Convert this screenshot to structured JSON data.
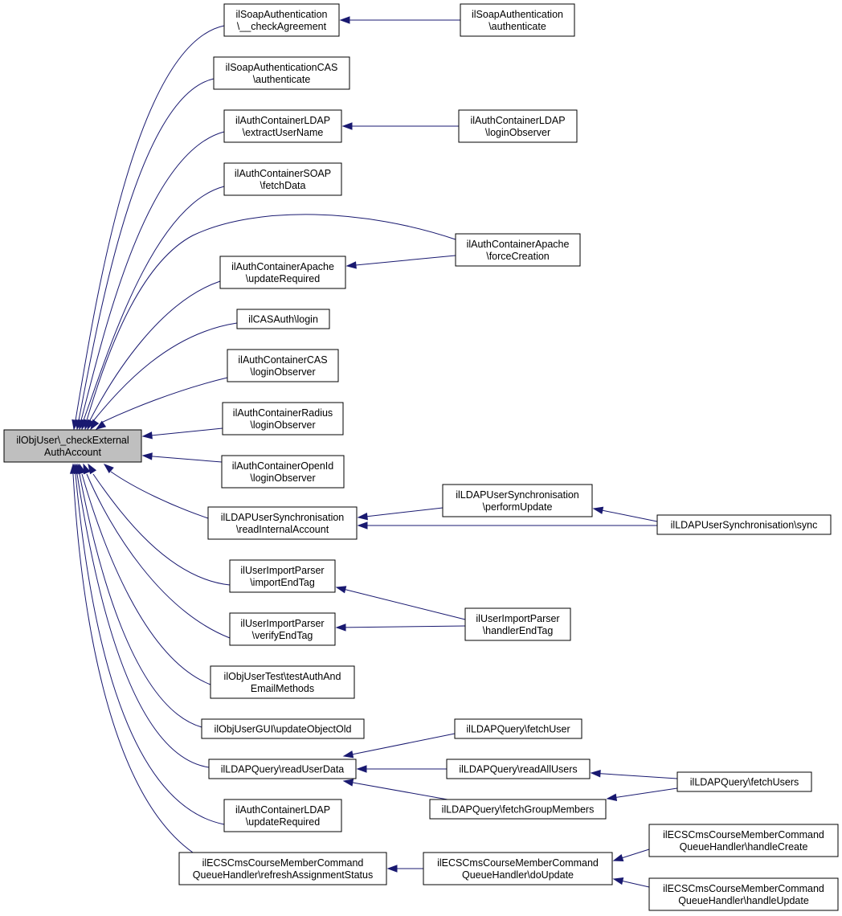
{
  "graph": {
    "focus_node": "n0",
    "nodes": [
      {
        "id": "n0",
        "lines": [
          "ilObjUser\\_checkExternal",
          "AuthAccount"
        ]
      },
      {
        "id": "n1",
        "lines": [
          "ilSoapAuthentication",
          "\\__checkAgreement"
        ]
      },
      {
        "id": "n2",
        "lines": [
          "ilSoapAuthentication",
          "\\authenticate"
        ]
      },
      {
        "id": "n3",
        "lines": [
          "ilSoapAuthenticationCAS",
          "\\authenticate"
        ]
      },
      {
        "id": "n4",
        "lines": [
          "ilAuthContainerLDAP",
          "\\extractUserName"
        ]
      },
      {
        "id": "n5",
        "lines": [
          "ilAuthContainerLDAP",
          "\\loginObserver"
        ]
      },
      {
        "id": "n6",
        "lines": [
          "ilAuthContainerSOAP",
          "\\fetchData"
        ]
      },
      {
        "id": "n7",
        "lines": [
          "ilAuthContainerApache",
          "\\forceCreation"
        ]
      },
      {
        "id": "n8",
        "lines": [
          "ilAuthContainerApache",
          "\\updateRequired"
        ]
      },
      {
        "id": "n9",
        "lines": [
          "ilCASAuth\\login"
        ]
      },
      {
        "id": "n10",
        "lines": [
          "ilAuthContainerCAS",
          "\\loginObserver"
        ]
      },
      {
        "id": "n11",
        "lines": [
          "ilAuthContainerRadius",
          "\\loginObserver"
        ]
      },
      {
        "id": "n12",
        "lines": [
          "ilAuthContainerOpenId",
          "\\loginObserver"
        ]
      },
      {
        "id": "n13",
        "lines": [
          "ilLDAPUserSynchronisation",
          "\\readInternalAccount"
        ]
      },
      {
        "id": "n14",
        "lines": [
          "ilLDAPUserSynchronisation",
          "\\performUpdate"
        ]
      },
      {
        "id": "n15",
        "lines": [
          "ilLDAPUserSynchronisation\\sync"
        ]
      },
      {
        "id": "n16",
        "lines": [
          "ilUserImportParser",
          "\\importEndTag"
        ]
      },
      {
        "id": "n17",
        "lines": [
          "ilUserImportParser",
          "\\handlerEndTag"
        ]
      },
      {
        "id": "n18",
        "lines": [
          "ilUserImportParser",
          "\\verifyEndTag"
        ]
      },
      {
        "id": "n19",
        "lines": [
          "ilObjUserTest\\testAuthAnd",
          "EmailMethods"
        ]
      },
      {
        "id": "n20",
        "lines": [
          "ilObjUserGUI\\updateObjectOld"
        ]
      },
      {
        "id": "n21",
        "lines": [
          "ilLDAPQuery\\readUserData"
        ]
      },
      {
        "id": "n22",
        "lines": [
          "ilLDAPQuery\\fetchUser"
        ]
      },
      {
        "id": "n23",
        "lines": [
          "ilLDAPQuery\\readAllUsers"
        ]
      },
      {
        "id": "n24",
        "lines": [
          "ilLDAPQuery\\fetchUsers"
        ]
      },
      {
        "id": "n25",
        "lines": [
          "ilLDAPQuery\\fetchGroupMembers"
        ]
      },
      {
        "id": "n26",
        "lines": [
          "ilAuthContainerLDAP",
          "\\updateRequired"
        ]
      },
      {
        "id": "n27",
        "lines": [
          "ilECSCmsCourseMemberCommand",
          "QueueHandler\\refreshAssignmentStatus"
        ]
      },
      {
        "id": "n28",
        "lines": [
          "ilECSCmsCourseMemberCommand",
          "QueueHandler\\doUpdate"
        ]
      },
      {
        "id": "n29",
        "lines": [
          "ilECSCmsCourseMemberCommand",
          "QueueHandler\\handleCreate"
        ]
      },
      {
        "id": "n30",
        "lines": [
          "ilECSCmsCourseMemberCommand",
          "QueueHandler\\handleUpdate"
        ]
      }
    ],
    "edges": [
      {
        "from": "n1",
        "to": "n0"
      },
      {
        "from": "n3",
        "to": "n0"
      },
      {
        "from": "n4",
        "to": "n0"
      },
      {
        "from": "n6",
        "to": "n0"
      },
      {
        "from": "n7",
        "to": "n0"
      },
      {
        "from": "n8",
        "to": "n0"
      },
      {
        "from": "n9",
        "to": "n0"
      },
      {
        "from": "n10",
        "to": "n0"
      },
      {
        "from": "n11",
        "to": "n0"
      },
      {
        "from": "n12",
        "to": "n0"
      },
      {
        "from": "n13",
        "to": "n0"
      },
      {
        "from": "n16",
        "to": "n0"
      },
      {
        "from": "n18",
        "to": "n0"
      },
      {
        "from": "n19",
        "to": "n0"
      },
      {
        "from": "n20",
        "to": "n0"
      },
      {
        "from": "n21",
        "to": "n0"
      },
      {
        "from": "n26",
        "to": "n0"
      },
      {
        "from": "n27",
        "to": "n0"
      },
      {
        "from": "n2",
        "to": "n1"
      },
      {
        "from": "n5",
        "to": "n4"
      },
      {
        "from": "n7",
        "to": "n8"
      },
      {
        "from": "n14",
        "to": "n13"
      },
      {
        "from": "n15",
        "to": "n13"
      },
      {
        "from": "n15",
        "to": "n14"
      },
      {
        "from": "n17",
        "to": "n16"
      },
      {
        "from": "n17",
        "to": "n18"
      },
      {
        "from": "n22",
        "to": "n21"
      },
      {
        "from": "n23",
        "to": "n21"
      },
      {
        "from": "n25",
        "to": "n21"
      },
      {
        "from": "n24",
        "to": "n23"
      },
      {
        "from": "n24",
        "to": "n25"
      },
      {
        "from": "n28",
        "to": "n27"
      },
      {
        "from": "n29",
        "to": "n28"
      },
      {
        "from": "n30",
        "to": "n28"
      }
    ]
  }
}
